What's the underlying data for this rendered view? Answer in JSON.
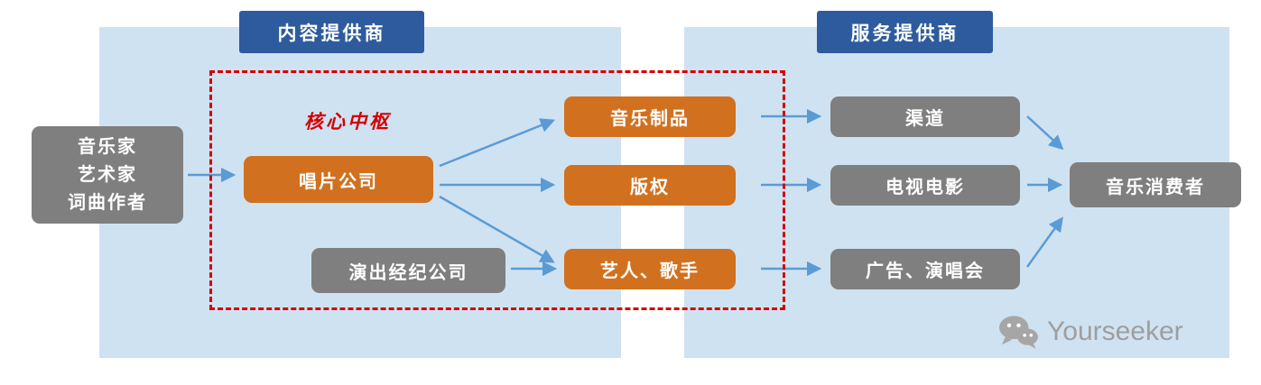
{
  "headers": {
    "content_provider": "内容提供商",
    "service_provider": "服务提供商"
  },
  "labels": {
    "core_hub": "核心中枢"
  },
  "nodes": {
    "creators_lines": [
      "音乐家",
      "艺术家",
      "词曲作者"
    ],
    "record_company": "唱片公司",
    "agency": "演出经纪公司",
    "music_products": "音乐制品",
    "copyright": "版权",
    "artists_singers": "艺人、歌手",
    "channels": "渠道",
    "tv_film": "电视电影",
    "ads_concerts": "广告、演唱会",
    "consumers": "音乐消费者"
  },
  "watermark": {
    "text": "Yourseeker"
  },
  "colors": {
    "panel_bg": "#cfe2f2",
    "header_bg": "#2e5b9e",
    "node_orange": "#d1711f",
    "node_gray": "#7f7f7f",
    "arrow_blue": "#5b9bd5",
    "accent_red": "#d40000",
    "watermark_gray": "#9e9e9e"
  }
}
